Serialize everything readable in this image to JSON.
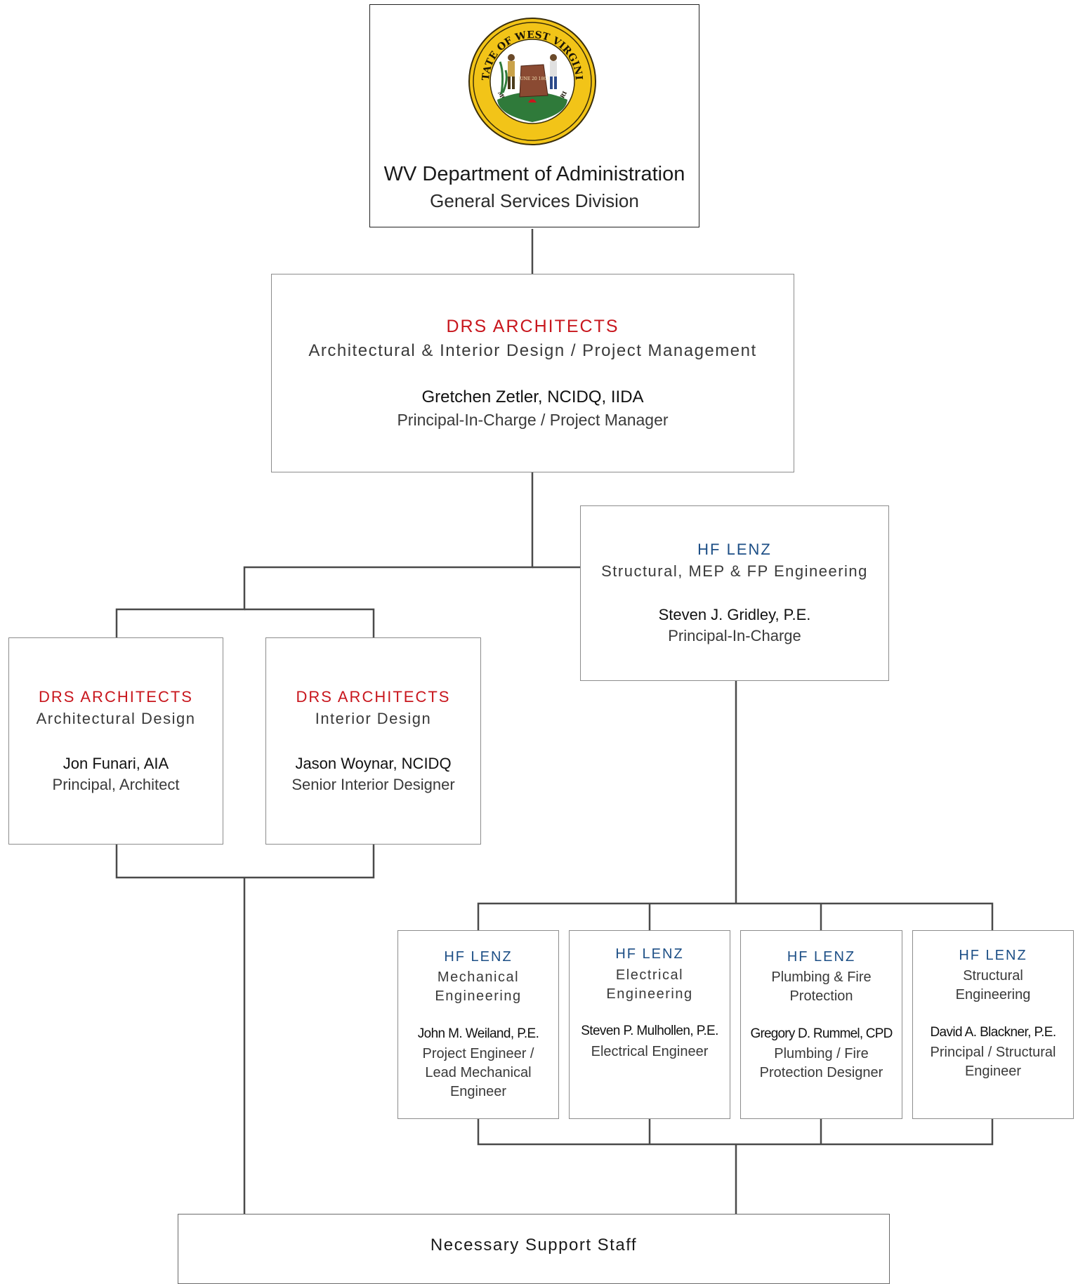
{
  "root": {
    "org": "WV Department of Administration",
    "division": "General Services Division",
    "seal_text": "STATE OF WEST VIRGINIA",
    "seal_motto": "MONTANI SEMPER LIBERI",
    "seal_date": "JUNE 20 1863"
  },
  "pm": {
    "firm": "DRS ARCHITECTS",
    "role": "Architectural & Interior Design / Project Management",
    "person": "Gretchen Zetler, NCIDQ, IIDA",
    "title": "Principal-In-Charge / Project Manager"
  },
  "eng_lead": {
    "firm": "HF LENZ",
    "role": "Structural, MEP & FP Engineering",
    "person": "Steven J. Gridley, P.E.",
    "title": "Principal-In-Charge"
  },
  "arch": {
    "firm": "DRS ARCHITECTS",
    "role": "Architectural Design",
    "person": "Jon Funari, AIA",
    "title": "Principal, Architect"
  },
  "interior": {
    "firm": "DRS ARCHITECTS",
    "role": "Interior Design",
    "person": "Jason Woynar, NCIDQ",
    "title": "Senior Interior Designer"
  },
  "mech": {
    "firm": "HF LENZ",
    "role": [
      "Mechanical",
      "Engineering"
    ],
    "person": "John M. Weiland, P.E.",
    "title": [
      "Project Engineer /",
      "Lead Mechanical",
      "Engineer"
    ]
  },
  "elec": {
    "firm": "HF LENZ",
    "role": [
      "Electrical",
      "Engineering"
    ],
    "person": "Steven P. Mulhollen, P.E.",
    "title": [
      "Electrical Engineer"
    ]
  },
  "plumb": {
    "firm": "HF LENZ",
    "role": [
      "Plumbing & Fire",
      "Protection"
    ],
    "person": "Gregory D. Rummel, CPD",
    "title": [
      "Plumbing / Fire",
      "Protection Designer"
    ]
  },
  "struct": {
    "firm": "HF LENZ",
    "role": [
      "Structural",
      "Engineering"
    ],
    "person": "David A. Blackner, P.E.",
    "title": [
      "Principal / Structural",
      "Engineer"
    ]
  },
  "support": {
    "label": "Necessary Support Staff"
  },
  "colors": {
    "drs_red": "#c8161d",
    "hflenz_blue": "#1d4f86",
    "seal_gold": "#f2c418",
    "connector": "#4a4a4a"
  }
}
